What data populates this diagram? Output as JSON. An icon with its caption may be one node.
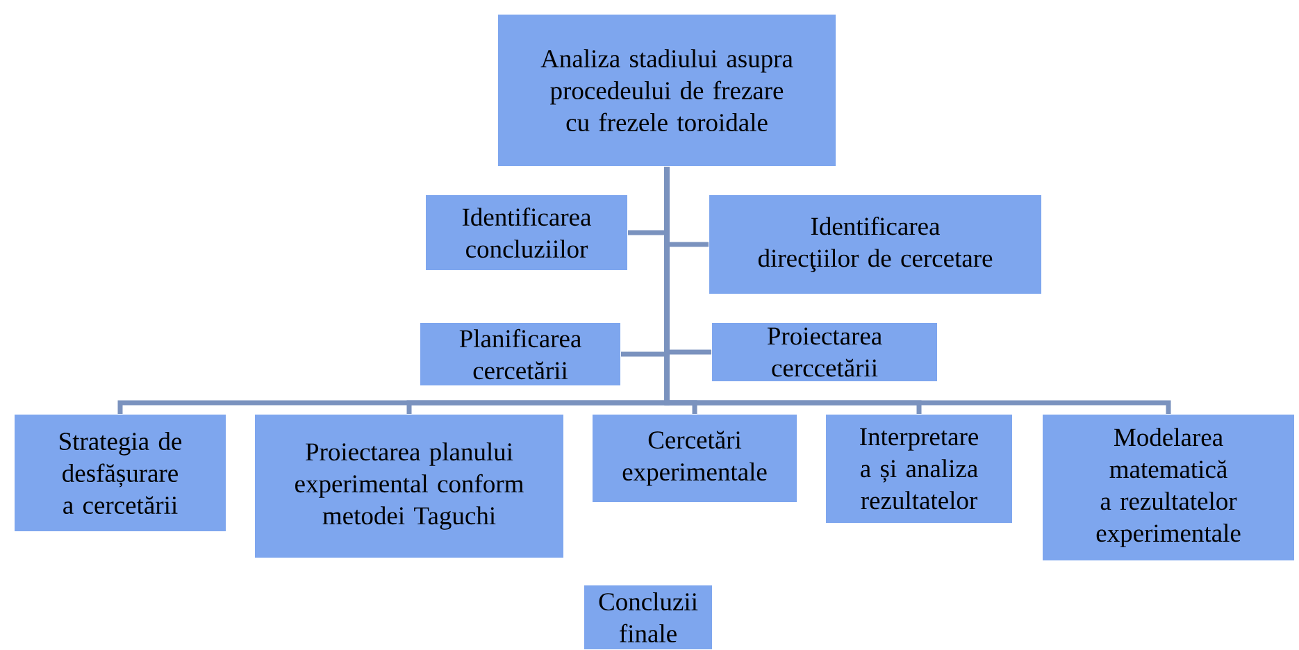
{
  "diagram": {
    "nodes": [
      {
        "text": [
          "Analiza stadiului asupra procedeului de frezare cu frezele toroidale"
        ]
      },
      {
        "text": [
          "Identificarea concluziilor"
        ]
      },
      {
        "text": [
          "Identificarea direcţiilor de cercetare"
        ]
      },
      {
        "text": [
          "Planificarea cercetării"
        ]
      },
      {
        "text": [
          "Proiectarea cerccetării"
        ]
      },
      {
        "text": [
          "Strategia de desfășurare a cercetării"
        ]
      },
      {
        "text": [
          "Proiectarea planului experimental conform metodei Taguchi"
        ]
      },
      {
        "text": [
          "Cercetări experimentale"
        ]
      },
      {
        "text": [
          "Interpretare a și analiza rezultatelor"
        ]
      },
      {
        "text": [
          "Modelarea matematică a rezultatelor experimentale"
        ]
      },
      {
        "text": [
          "Concluzii finale"
        ]
      }
    ],
    "edges": [
      {
        "from": 0,
        "to": 1,
        "arrow": "none"
      },
      {
        "from": 0,
        "to": 2,
        "arrow": "none"
      },
      {
        "from": 0,
        "to": 3,
        "arrow": "none"
      },
      {
        "from": 0,
        "to": 4,
        "arrow": "none"
      },
      {
        "from": 0,
        "to": 5,
        "arrow": "none"
      },
      {
        "from": 0,
        "to": 6,
        "arrow": "none"
      },
      {
        "from": 0,
        "to": 7,
        "arrow": "none"
      },
      {
        "from": 0,
        "to": 8,
        "arrow": "none"
      },
      {
        "from": 0,
        "to": 9,
        "arrow": "none"
      }
    ]
  }
}
